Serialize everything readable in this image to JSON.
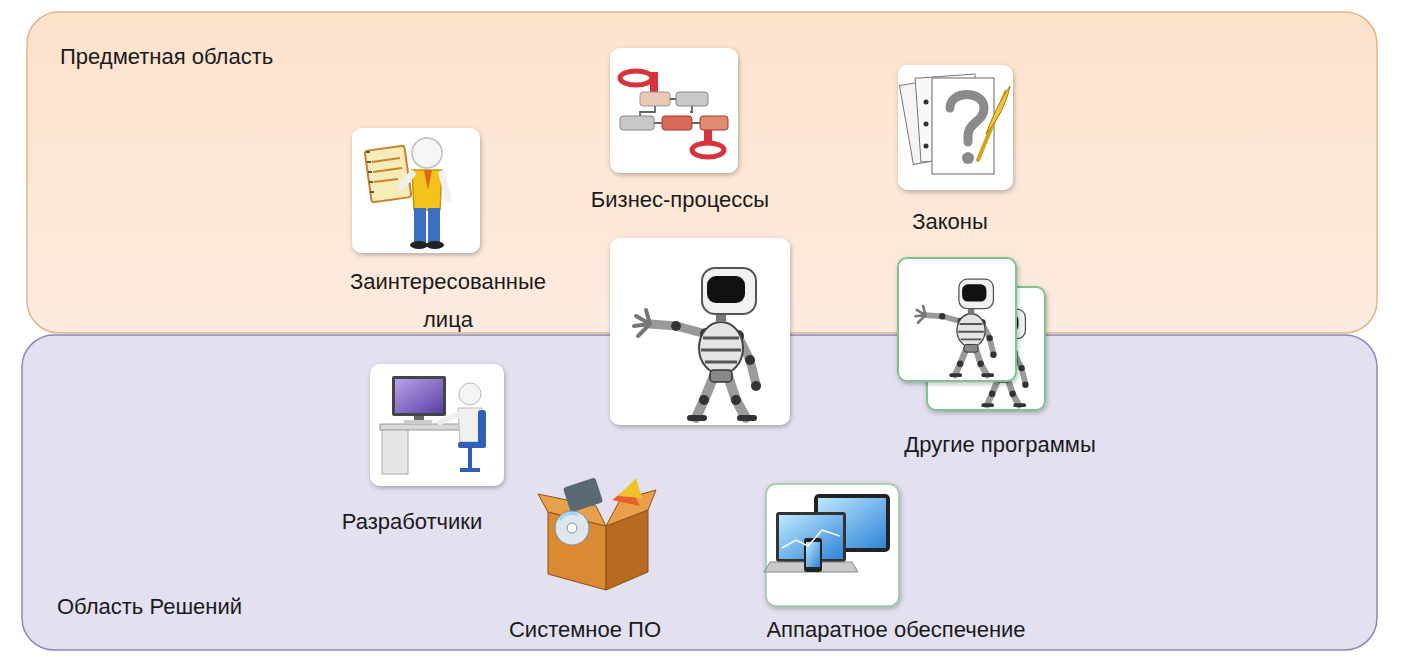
{
  "diagram": {
    "nodes": [
      {
        "text": [
          "Предметная область"
        ]
      },
      {
        "text": [
          "Бизнес-процессы"
        ],
        "in": 0
      },
      {
        "text": [
          "Законы"
        ],
        "in": 0
      },
      {
        "text": [
          "Заинтересованные лица"
        ],
        "in": 0
      },
      {
        "text": [
          "Область Решений"
        ]
      },
      {
        "text": [
          "Другие программы"
        ],
        "in": 4
      },
      {
        "text": [
          "Разработчики"
        ],
        "in": 4
      },
      {
        "text": [
          "Системное ПО"
        ],
        "in": 4
      },
      {
        "text": [
          "Аппаратное обеспечение"
        ],
        "in": 4
      }
    ]
  }
}
